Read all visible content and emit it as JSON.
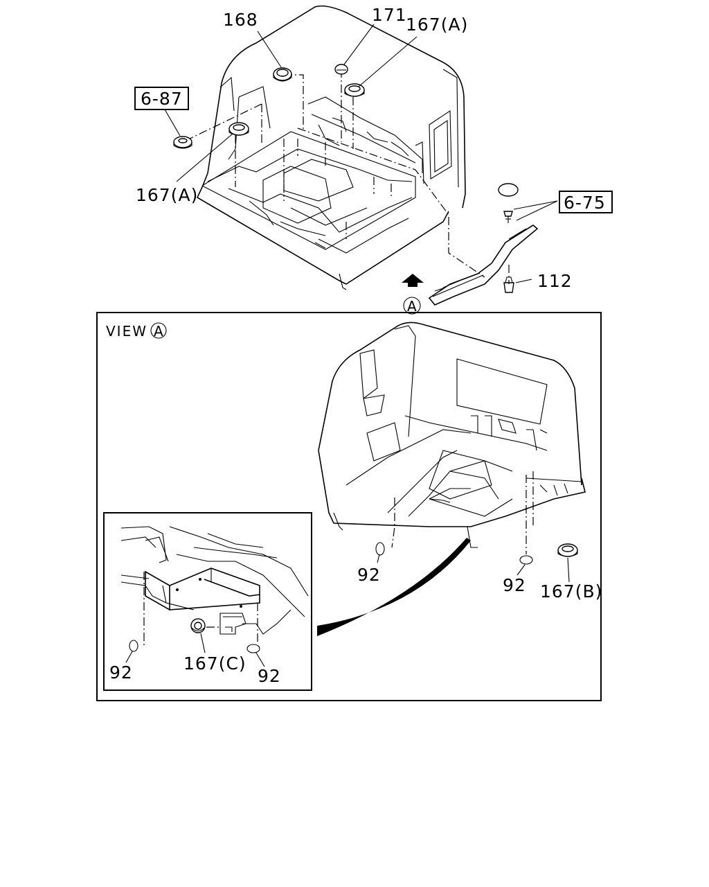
{
  "callouts": {
    "c168": "168",
    "c171": "171",
    "c167a_top": "167(A)",
    "ref_6_87": "6-87",
    "c167a_left": "167(A)",
    "ref_6_75": "6-75",
    "c112": "112",
    "view_marker": "A"
  },
  "view_panel": {
    "title": "VIEW",
    "marker": "A",
    "c92_left": "92",
    "c92_right": "92",
    "c167b": "167(B)"
  },
  "detail_panel": {
    "c92_left": "92",
    "c167c": "167(C)",
    "c92_right": "92"
  },
  "icons": [
    "view-direction-arrow-icon",
    "grommet-icon",
    "plug-icon",
    "clip-icon",
    "o-ring-icon"
  ]
}
